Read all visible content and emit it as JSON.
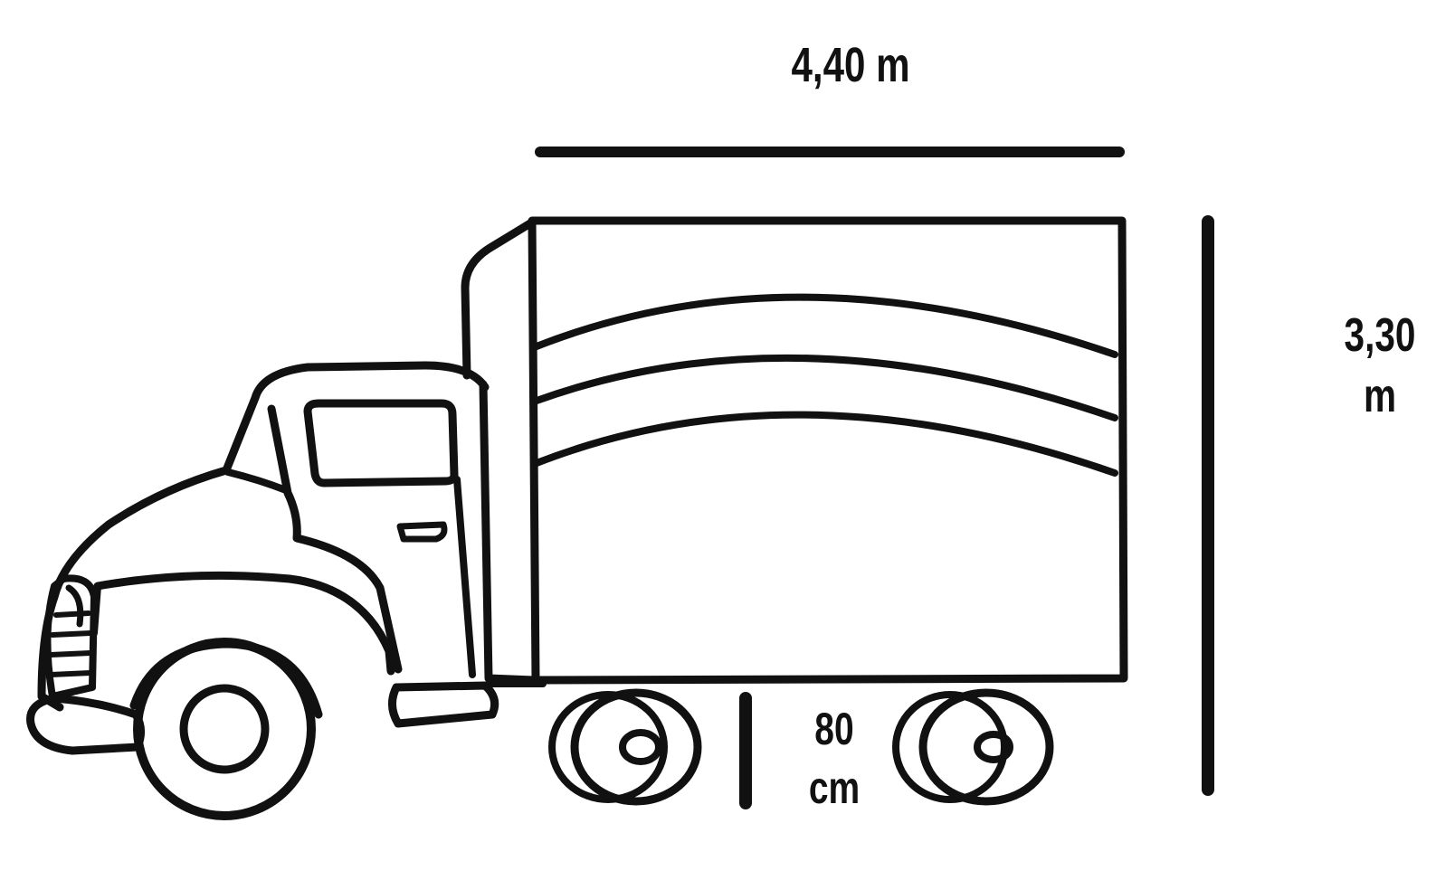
{
  "dimensions": {
    "box_length": "4,40 m",
    "total_height_line1": "3,30",
    "total_height_line2": "m",
    "ground_clearance_line1": "80",
    "ground_clearance_line2": "cm"
  },
  "colors": {
    "ink": "#111111",
    "background": "#ffffff"
  }
}
